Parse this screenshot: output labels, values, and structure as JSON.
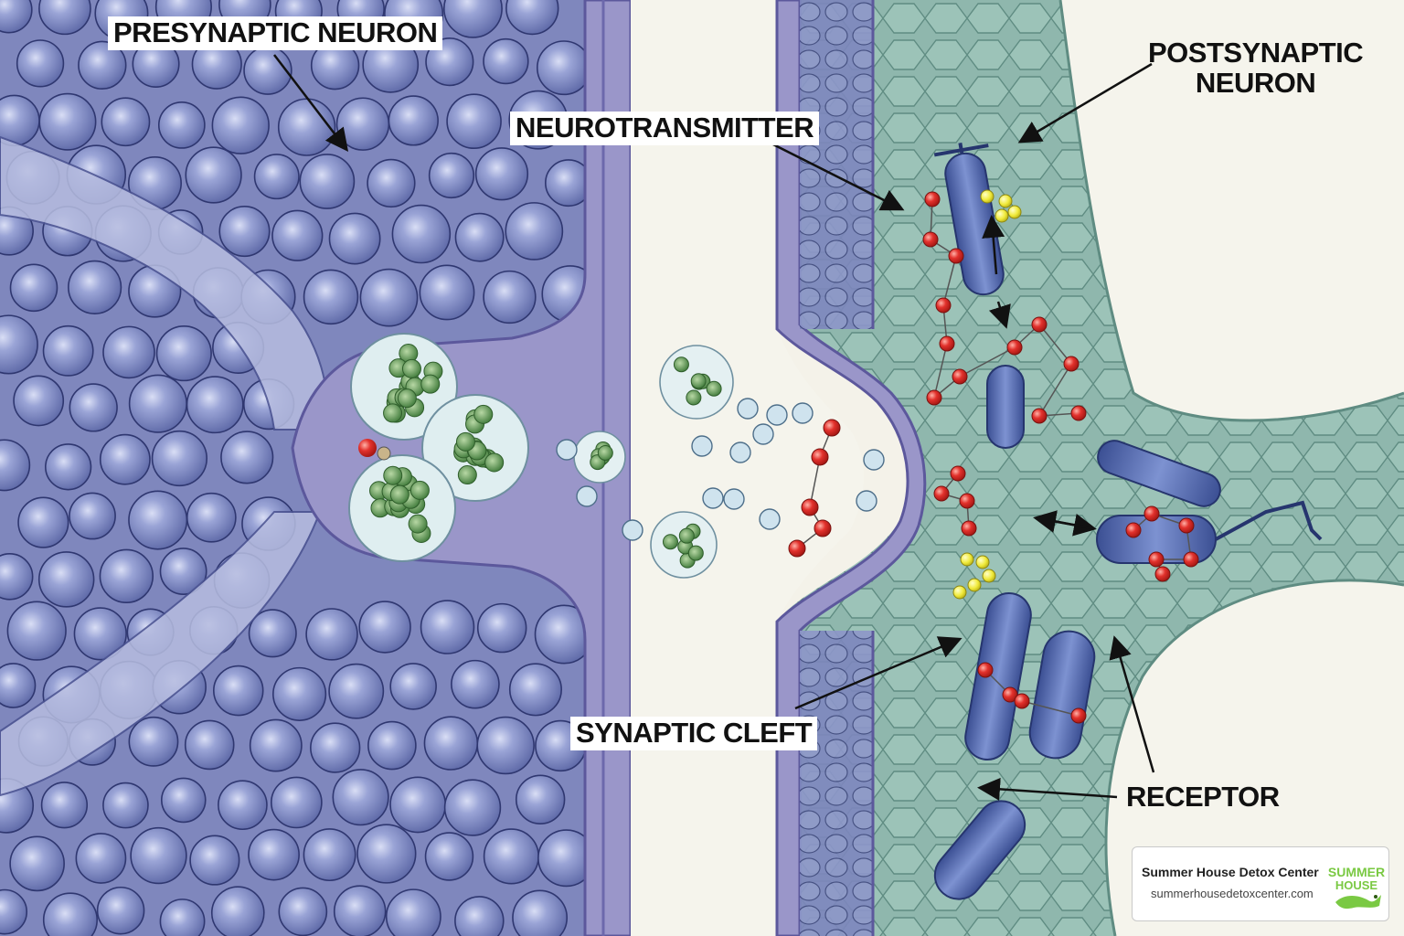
{
  "labels": {
    "presynaptic": "PRESYNAPTIC NEURON",
    "neurotransmitter": "NEUROTRANSMITTER",
    "postsynaptic_line1": "POSTSYNAPTIC",
    "postsynaptic_line2": "NEURON",
    "synaptic_cleft": "SYNAPTIC CLEFT",
    "receptor": "RECEPTOR"
  },
  "brand": {
    "name": "Summer House Detox Center",
    "url": "summerhousedetoxcenter.com",
    "logo_text_top": "SUMMER",
    "logo_text_bottom": "HOUSE"
  },
  "colors": {
    "presynaptic_fill": "#7f87bd",
    "postsynaptic_fill": "#8fb7ad",
    "cleft_fill": "#f5f4ec",
    "membrane": "#8b86c2",
    "vesicle_green": "#6a9a5c",
    "neurotransmitter_red": "#e2312c",
    "neurotransmitter_yellow": "#f0ea3a",
    "receptor_blue": "#4d63a8",
    "logo_green": "#7ac943"
  }
}
